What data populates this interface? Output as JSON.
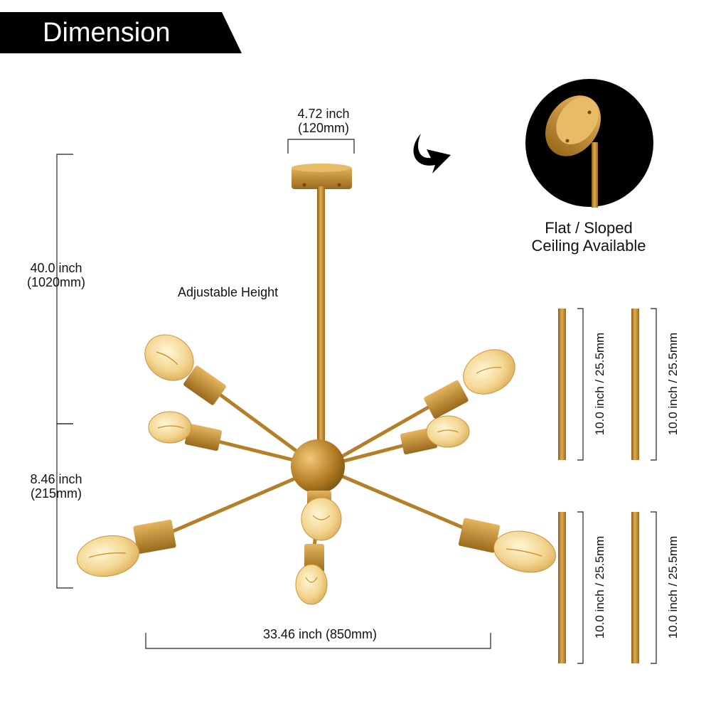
{
  "banner": {
    "title": "Dimension"
  },
  "canopy": {
    "inch": "4.72 inch",
    "mm": "(120mm)"
  },
  "height_total": {
    "inch": "40.0 inch",
    "mm": "(1020mm)"
  },
  "adjustable": "Adjustable Height",
  "height_body": {
    "inch": "8.46 inch",
    "mm": "(215mm)"
  },
  "width": "33.46 inch (850mm)",
  "ceiling": {
    "line1": "Flat / Sloped",
    "line2": "Ceiling Available"
  },
  "rods": [
    "10.0 inch / 25.5mm",
    "10.0 inch / 25.5mm",
    "10.0 inch / 25.5mm",
    "10.0 inch / 25.5mm"
  ],
  "colors": {
    "brass": "#c8902e",
    "brass_dark": "#9a6a1c",
    "bulb": "#f6dfa2",
    "banner": "#000000"
  },
  "icons": [
    "curved-arrow-icon",
    "ceiling-mount-detail-icon"
  ]
}
